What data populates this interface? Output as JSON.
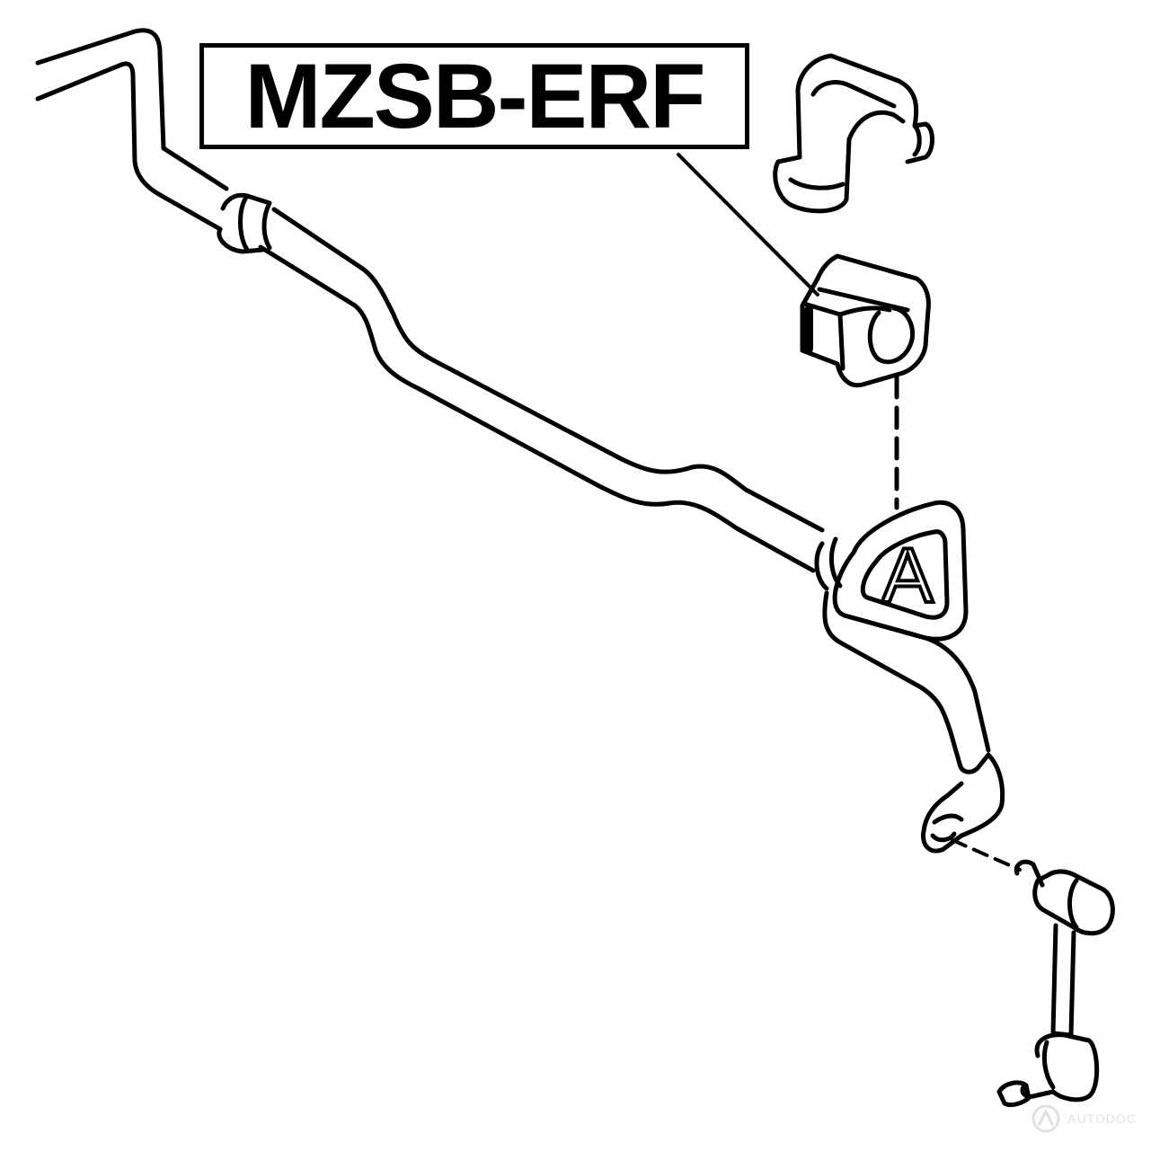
{
  "part_label": {
    "text": "MZSB-ERF"
  },
  "callout_letter": "A",
  "colors": {
    "line": "#000000",
    "background": "#ffffff",
    "watermark": "#777777"
  },
  "watermark": {
    "text": "AUTODOC",
    "icon": "watermark-logo-icon"
  }
}
